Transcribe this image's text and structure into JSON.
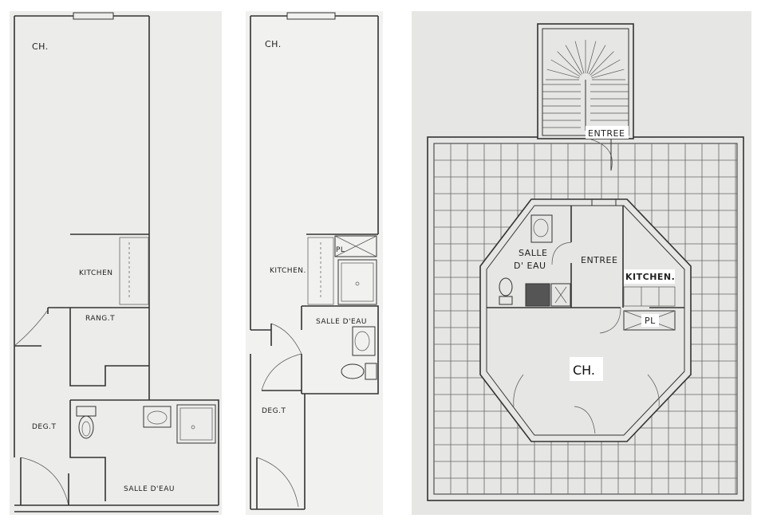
{
  "plan1": {
    "ch": "CH.",
    "kitchen": "KITCHEN",
    "rangt": "RANG.T",
    "degt": "DEG.T",
    "salle": "SALLE D'EAU"
  },
  "plan2": {
    "ch": "CH.",
    "kitchen": "KITCHEN.",
    "pl": "PL",
    "salle": "SALLE D'EAU",
    "degt": "DEG.T"
  },
  "plan3": {
    "entree_top": "ENTREE",
    "salle_line1": "SALLE",
    "salle_line2": "D' EAU",
    "entree": "ENTREE",
    "kitchen": "KITCHEN.",
    "pl": "PL",
    "ch": "CH."
  }
}
